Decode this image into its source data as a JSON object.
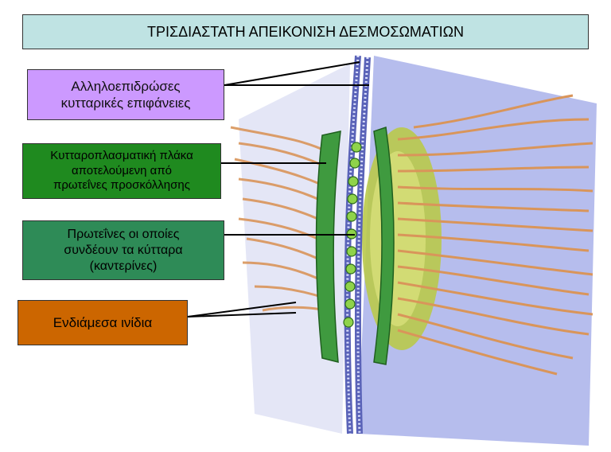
{
  "title": "ΤΡΙΣΔΙΑΣΤΑΤΗ ΑΠΕΙΚΟΝΙΣΗ ΔΕΣΜΟΣΩΜΑΤΙΩΝ",
  "labels": {
    "membranes": "Αλληλοεπιδρώσες\nκυτταρικές επιφάνειες",
    "plaque": "Κυτταροπλασματική πλάκα\nαποτελούμενη από\nπρωτεΐνες προσκόλλησης",
    "cadherins": "Πρωτεΐνες οι οποίες\nσυνδέουν τα κύτταρα\n(καντερίνες)",
    "filaments": "Ενδιάμεσα ινίδια"
  },
  "colors": {
    "title_bg": "#bfe3e3",
    "membranes_bg": "#cc99ff",
    "plaque_bg": "#1f8a1f",
    "cadherins_bg": "#2e8b57",
    "filaments_bg": "#cc6600",
    "filament": "#d9955a",
    "membrane": "#9fa6e0",
    "plaque": "#3f9a3f"
  }
}
